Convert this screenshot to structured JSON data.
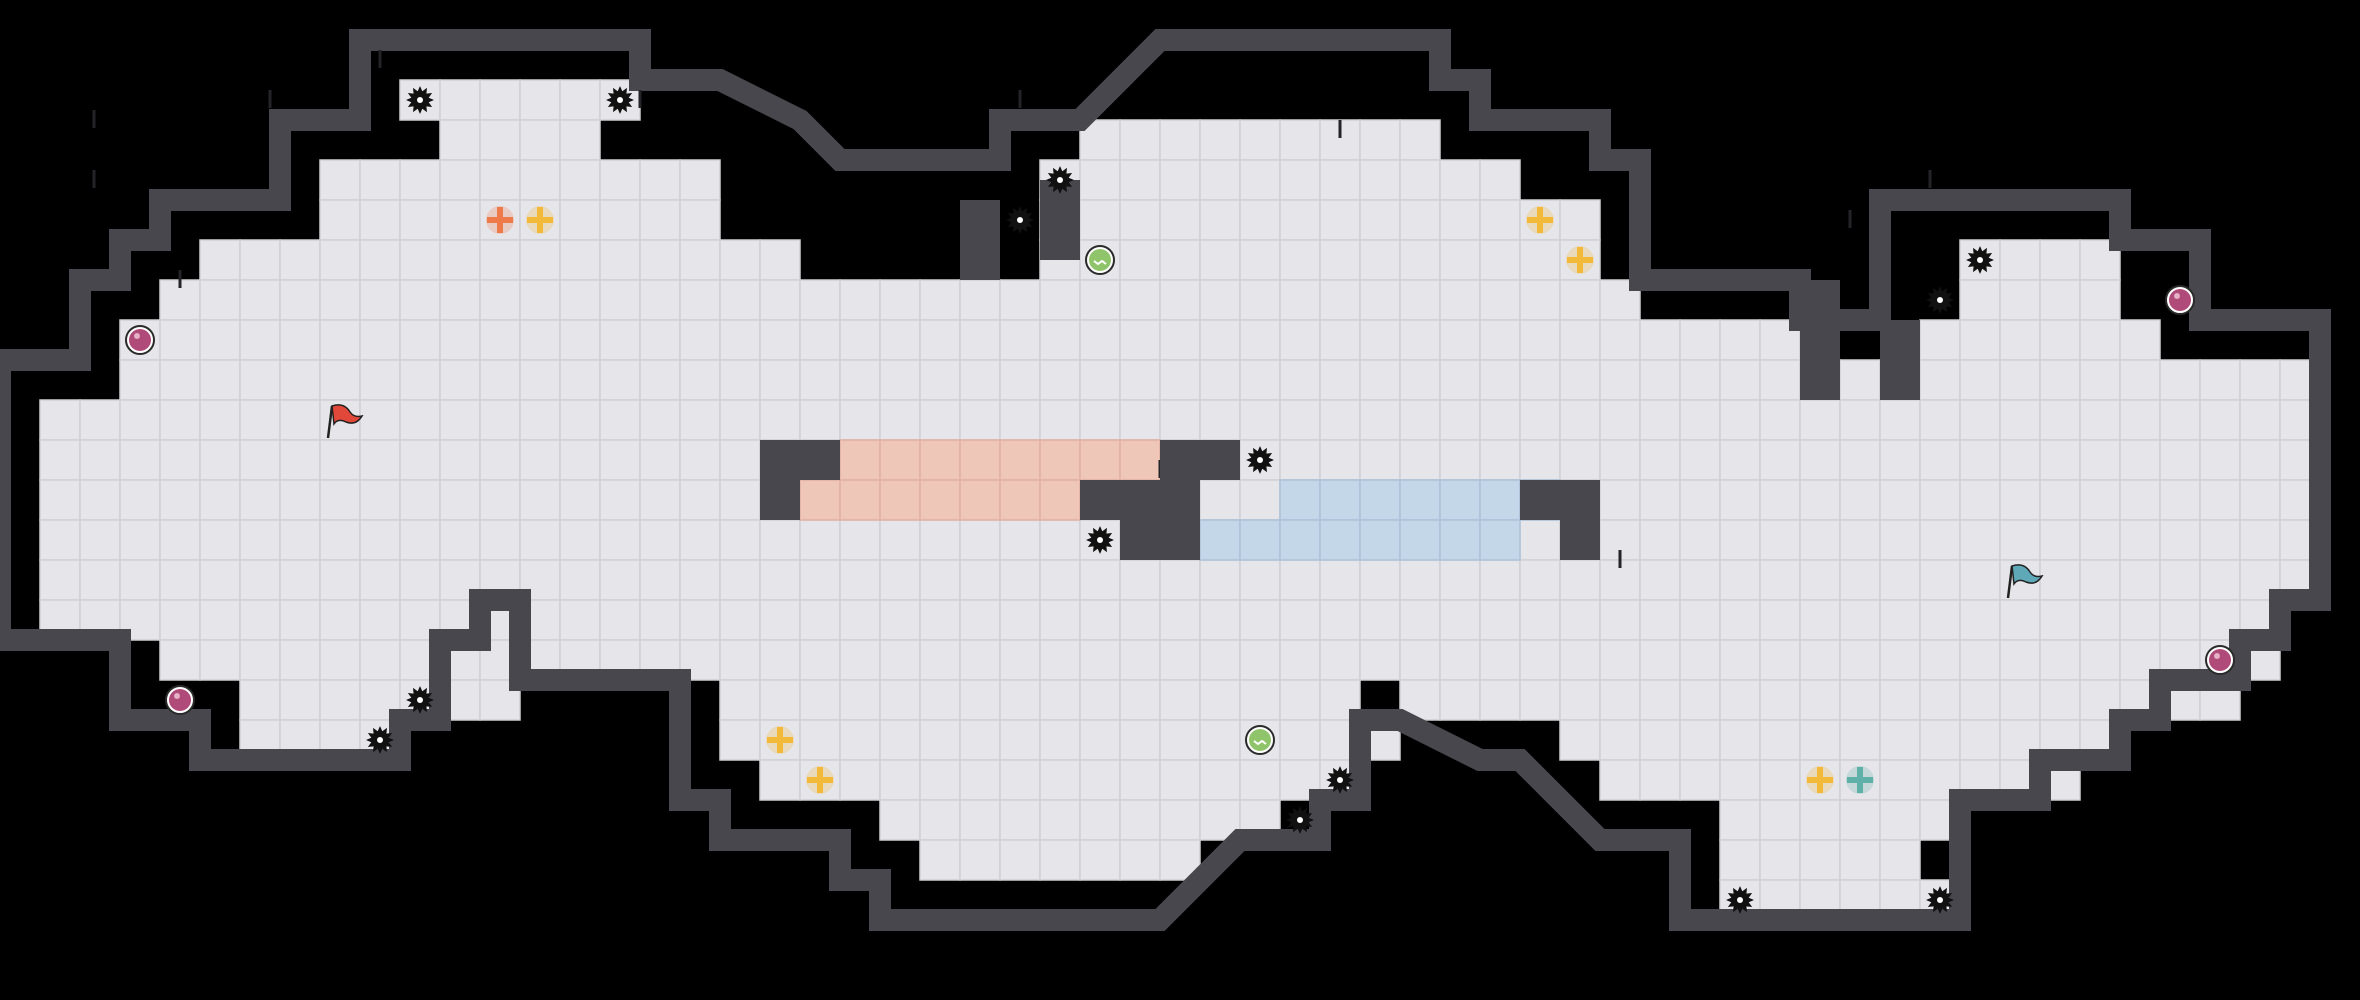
{
  "arena": {
    "grid_cols": 58,
    "grid_rows": 24,
    "colors": {
      "background": "#000000",
      "floor": "#e6e6ea",
      "floor_line": "#cfcfd6",
      "wall": "#47474d",
      "red_zone": "#efc7b9",
      "blue_zone": "#c4d7e8",
      "red_team": "#e2483a",
      "blue_team": "#5fa8b8",
      "boost_yellow": "#f2b93b",
      "boost_orange": "#ee7a4a",
      "boost_teal": "#5fb0a8",
      "spike": "#111111",
      "bomb": "#b04a78",
      "speed_pad": "#8fc46a"
    }
  },
  "flags": [
    {
      "team": "red",
      "icon": "red-flag-icon",
      "color": "#e2483a"
    },
    {
      "team": "blue",
      "icon": "blue-flag-icon",
      "color": "#5fa8b8"
    }
  ],
  "powerups": [
    {
      "kind": "boost",
      "color": "#ee7a4a",
      "icon": "red-boost-icon"
    },
    {
      "kind": "boost",
      "color": "#f2b93b",
      "icon": "yellow-boost-icon"
    },
    {
      "kind": "boost",
      "color": "#5fb0a8",
      "icon": "teal-boost-icon"
    },
    {
      "kind": "bomb",
      "color": "#b04a78",
      "icon": "bomb-icon"
    },
    {
      "kind": "speed-pad",
      "color": "#8fc46a",
      "icon": "speed-pad-icon"
    },
    {
      "kind": "spike",
      "color": "#111111",
      "icon": "spike-icon"
    }
  ]
}
